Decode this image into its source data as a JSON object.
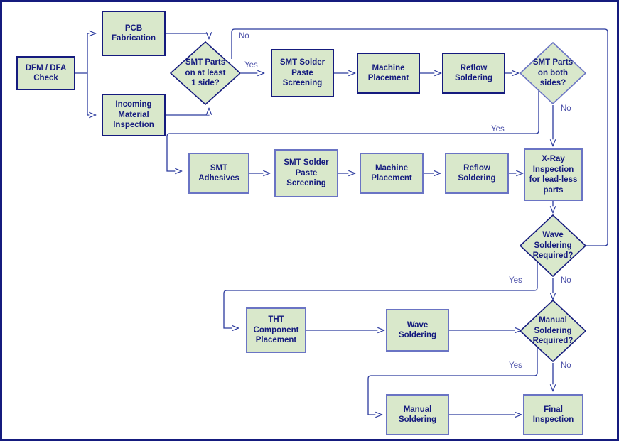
{
  "diagram": {
    "title": "PCB Assembly Process Flowchart",
    "colors": {
      "node_fill": "#d9e8cb",
      "node_border_dark": "#151b7e",
      "node_border_light": "#6a74c4",
      "text": "#151b7e",
      "edge_label_text": "#4a4fa8",
      "connector_stroke": "#2b3a9e",
      "page_border": "#151b7e",
      "background": "#ffffff"
    },
    "nodes": [
      {
        "id": "dfm",
        "type": "process",
        "label": "DFM / DFA\nCheck"
      },
      {
        "id": "pcb",
        "type": "process",
        "label": "PCB\nFabrication"
      },
      {
        "id": "incoming",
        "type": "process",
        "label": "Incoming\nMaterial\nInspection"
      },
      {
        "id": "smt1side",
        "type": "decision",
        "label": "SMT Parts\non at least\n1 side?"
      },
      {
        "id": "paste1",
        "type": "process",
        "label": "SMT  Solder\nPaste\nScreening"
      },
      {
        "id": "machine1",
        "type": "process",
        "label": "Machine\nPlacement"
      },
      {
        "id": "reflow1",
        "type": "process",
        "label": "Reflow\nSoldering"
      },
      {
        "id": "smtboth",
        "type": "decision",
        "label": "SMT Parts\non both\nsides?"
      },
      {
        "id": "adhesives",
        "type": "process",
        "label": "SMT\nAdhesives"
      },
      {
        "id": "paste2",
        "type": "process",
        "label": "SMT  Solder\nPaste\nScreening"
      },
      {
        "id": "machine2",
        "type": "process",
        "label": "Machine\nPlacement"
      },
      {
        "id": "reflow2",
        "type": "process",
        "label": "Reflow\nSoldering"
      },
      {
        "id": "xray",
        "type": "process",
        "label": "X-Ray\nInspection\nfor lead-less\nparts"
      },
      {
        "id": "waveReq",
        "type": "decision",
        "label": "Wave\nSoldering\nRequired?"
      },
      {
        "id": "tht",
        "type": "process",
        "label": "THT\nComponent\nPlacement"
      },
      {
        "id": "wave",
        "type": "process",
        "label": "Wave\nSoldering"
      },
      {
        "id": "manualReq",
        "type": "decision",
        "label": "Manual\nSoldering\nRequired?"
      },
      {
        "id": "manual",
        "type": "process",
        "label": "Manual\nSoldering"
      },
      {
        "id": "final",
        "type": "process",
        "label": "Final\nInspection"
      }
    ],
    "edge_labels": [
      {
        "id": "no1",
        "text": "No",
        "from": "smt1side"
      },
      {
        "id": "yes1",
        "text": "Yes",
        "from": "smt1side"
      },
      {
        "id": "no2",
        "text": "No",
        "from": "smtboth"
      },
      {
        "id": "yes2",
        "text": "Yes",
        "from": "smtboth"
      },
      {
        "id": "yes3",
        "text": "Yes",
        "from": "waveReq"
      },
      {
        "id": "no3",
        "text": "No",
        "from": "waveReq"
      },
      {
        "id": "yes4",
        "text": "Yes",
        "from": "manualReq"
      },
      {
        "id": "no4",
        "text": "No",
        "from": "manualReq"
      }
    ]
  }
}
